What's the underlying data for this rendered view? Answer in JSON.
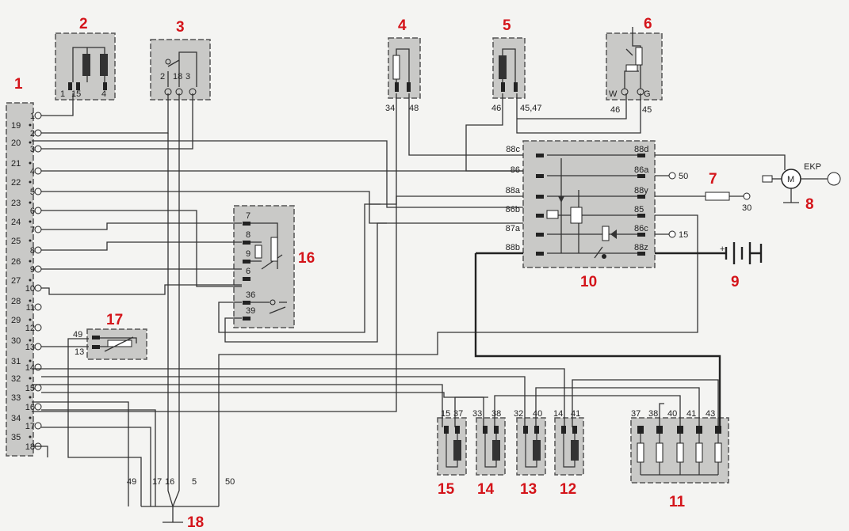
{
  "components": {
    "c1": "1",
    "c2": "2",
    "c3": "3",
    "c4": "4",
    "c5": "5",
    "c6": "6",
    "c7": "7",
    "c8": "8",
    "c9": "9",
    "c10": "10",
    "c11": "11",
    "c12": "12",
    "c13": "13",
    "c14": "14",
    "c15": "15",
    "c16": "16",
    "c17": "17",
    "c18": "18"
  },
  "connector1": {
    "outer": [
      "19",
      "20",
      "21",
      "22",
      "23",
      "24",
      "25",
      "26",
      "27",
      "28",
      "29",
      "30",
      "31",
      "32",
      "33",
      "34",
      "35"
    ],
    "inner": [
      "1",
      "2",
      "3",
      "4",
      "5",
      "6",
      "7",
      "8",
      "9",
      "10",
      "11",
      "12",
      "13",
      "14",
      "15",
      "16",
      "17",
      "18"
    ]
  },
  "comp2_pins": [
    "1",
    "15",
    "4"
  ],
  "comp3_pins": [
    "2",
    "18",
    "3"
  ],
  "comp4_pins": [
    "34",
    "48"
  ],
  "comp5_pins": [
    "46",
    "45,47"
  ],
  "comp6_pins": [
    "W",
    "G",
    "46",
    "45"
  ],
  "relay10": {
    "left": [
      "88c",
      "86",
      "88a",
      "86b",
      "87a",
      "88b"
    ],
    "right": [
      "88d",
      "86a",
      "88y",
      "85",
      "86c",
      "88z"
    ]
  },
  "ext_labels": {
    "t50": "50",
    "t15": "15",
    "t30": "30",
    "ekp": "EKP",
    "motor": "M",
    "plus": "+"
  },
  "comp16_pins": [
    "7",
    "8",
    "9",
    "6",
    "36",
    "39"
  ],
  "comp17_pins": [
    "49",
    "13"
  ],
  "comp11_pins": [
    "37",
    "38",
    "40",
    "41",
    "43"
  ],
  "comp15_pins": [
    "15",
    "37"
  ],
  "comp14_pins": [
    "33",
    "38"
  ],
  "comp13_pins": [
    "32",
    "40"
  ],
  "comp12_pins": [
    "14",
    "41"
  ],
  "ground_labels": [
    "49",
    "17",
    "16",
    "5",
    "50"
  ]
}
